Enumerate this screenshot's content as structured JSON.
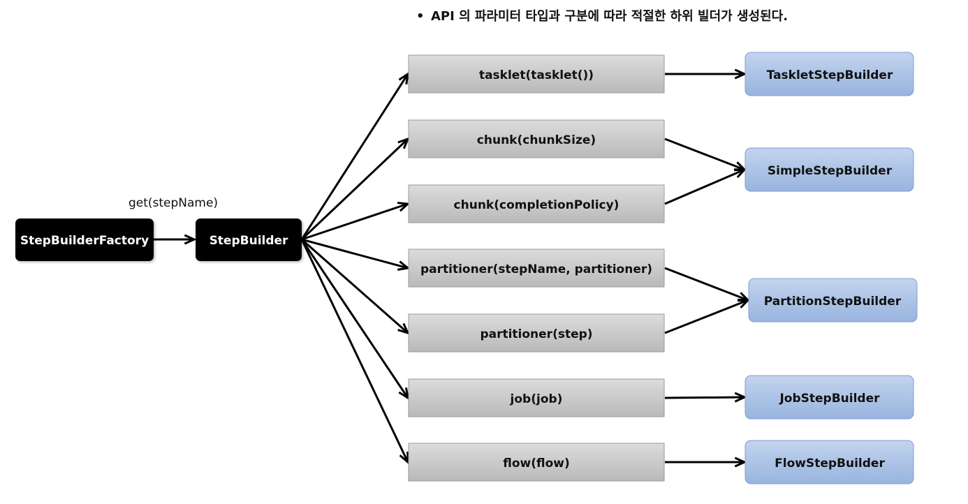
{
  "title": "API 의 파라미터 타입과 구분에 따라 적절한 하위 빌더가 생성된다.",
  "bullet": "•",
  "factory": {
    "label": "StepBuilderFactory"
  },
  "factory_edge_label": "get(stepName)",
  "step_builder": {
    "label": "StepBuilder"
  },
  "methods": [
    {
      "id": "tasklet",
      "label": "tasklet(tasklet())"
    },
    {
      "id": "chunk-size",
      "label": "chunk(chunkSize)"
    },
    {
      "id": "chunk-policy",
      "label": "chunk(completionPolicy)"
    },
    {
      "id": "partitioner-name",
      "label": "partitioner(stepName, partitioner)"
    },
    {
      "id": "partitioner-step",
      "label": "partitioner(step)"
    },
    {
      "id": "job",
      "label": "job(job)"
    },
    {
      "id": "flow",
      "label": "flow(flow)"
    }
  ],
  "builders": [
    {
      "id": "tasklet-step-builder",
      "label": "TaskletStepBuilder"
    },
    {
      "id": "simple-step-builder",
      "label": "SimpleStepBuilder"
    },
    {
      "id": "partition-step-builder",
      "label": "PartitionStepBuilder"
    },
    {
      "id": "job-step-builder",
      "label": "JobStepBuilder"
    },
    {
      "id": "flow-step-builder",
      "label": "FlowStepBuilder"
    }
  ],
  "mapping": [
    {
      "method": "tasklet",
      "builder": "tasklet-step-builder"
    },
    {
      "method": "chunk-size",
      "builder": "simple-step-builder"
    },
    {
      "method": "chunk-policy",
      "builder": "simple-step-builder"
    },
    {
      "method": "partitioner-name",
      "builder": "partition-step-builder"
    },
    {
      "method": "partitioner-step",
      "builder": "partition-step-builder"
    },
    {
      "method": "job",
      "builder": "job-step-builder"
    },
    {
      "method": "flow",
      "builder": "flow-step-builder"
    }
  ],
  "colors": {
    "black_node": "#050505",
    "gray_node": "#c8c8c8",
    "blue_node": "#a7c0e4",
    "edge": "#000000"
  }
}
